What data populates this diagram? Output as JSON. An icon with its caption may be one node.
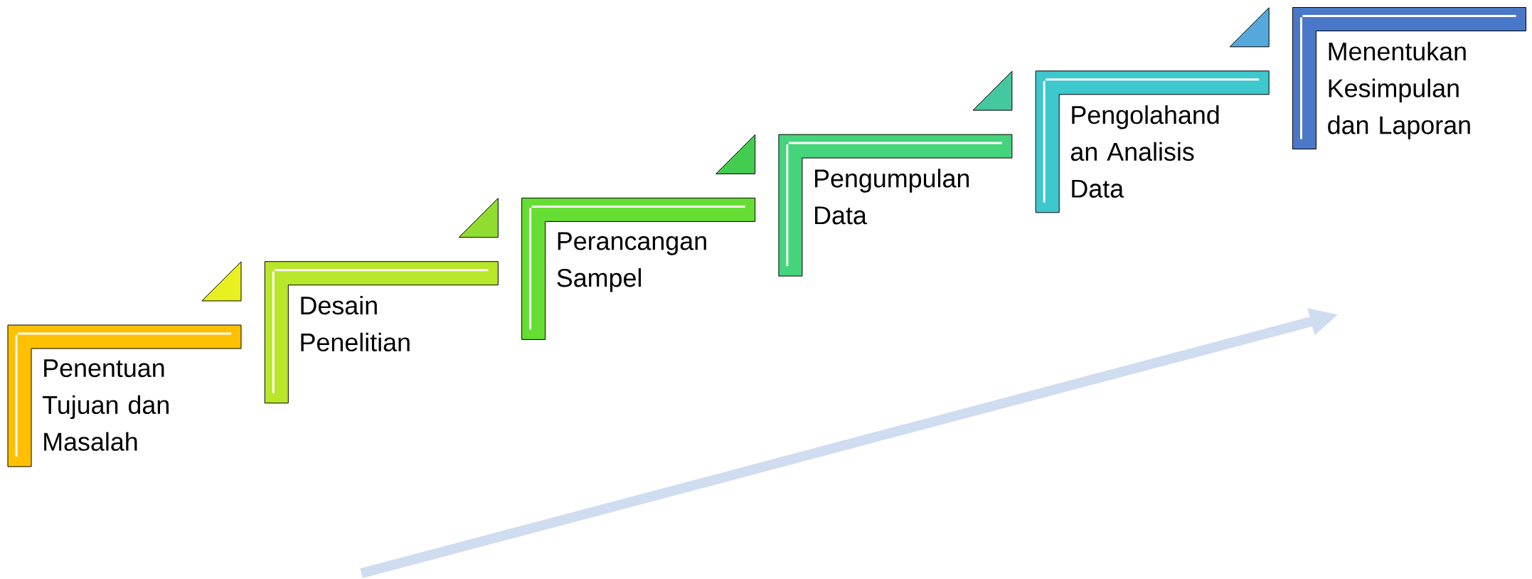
{
  "diagram": {
    "nodes": [
      {
        "text": [
          "Penentuan Tujuan dan Masalah"
        ]
      },
      {
        "text": [
          "Desain Penelitian"
        ]
      },
      {
        "text": [
          "Perancangan Sampel"
        ]
      },
      {
        "text": [
          "Pengumpulan Data"
        ]
      },
      {
        "text": [
          "Pengolahand an Analisis Data"
        ]
      },
      {
        "text": [
          "Menentukan Kesimpulan dan Laporan"
        ]
      }
    ]
  }
}
